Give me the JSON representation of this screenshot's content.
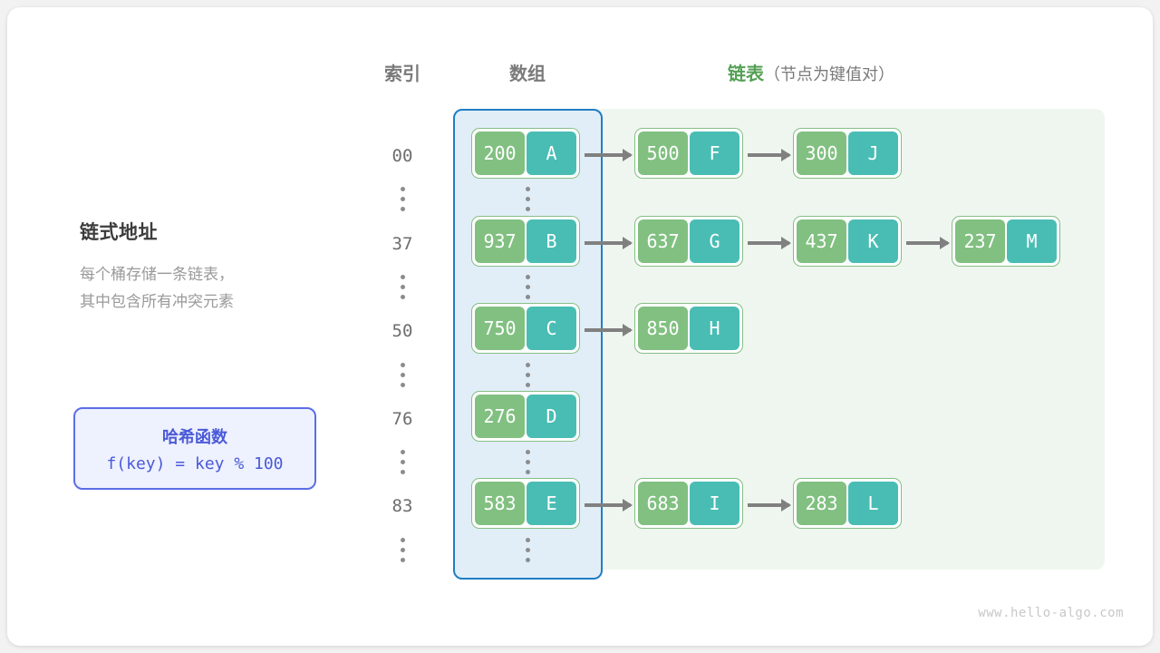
{
  "headers": {
    "index": "索引",
    "array": "数组",
    "list_main": "链表",
    "list_sub": "（节点为键值对）",
    "list_color": "#55a055"
  },
  "description": {
    "title": "链式地址",
    "body": "每个桶存储一条链表，\n其中包含所有冲突元素"
  },
  "hash_function": {
    "title": "哈希函数",
    "formula": "f(key) = key % 100",
    "accent": "#4a5ad8"
  },
  "colors": {
    "array_panel_fill": "#e1eef8",
    "array_panel_border": "#1f7ec4",
    "list_panel_fill": "#eff6ef",
    "node_border": "#86be86",
    "key_cell": "#81c081",
    "value_cell": "#49bdb4",
    "arrow": "#808080"
  },
  "buckets": [
    {
      "index": "00",
      "nodes": [
        {
          "key": "200",
          "value": "A"
        },
        {
          "key": "500",
          "value": "F"
        },
        {
          "key": "300",
          "value": "J"
        }
      ]
    },
    {
      "index": "37",
      "nodes": [
        {
          "key": "937",
          "value": "B"
        },
        {
          "key": "637",
          "value": "G"
        },
        {
          "key": "437",
          "value": "K"
        },
        {
          "key": "237",
          "value": "M"
        }
      ]
    },
    {
      "index": "50",
      "nodes": [
        {
          "key": "750",
          "value": "C"
        },
        {
          "key": "850",
          "value": "H"
        }
      ]
    },
    {
      "index": "76",
      "nodes": [
        {
          "key": "276",
          "value": "D"
        }
      ]
    },
    {
      "index": "83",
      "nodes": [
        {
          "key": "583",
          "value": "E"
        },
        {
          "key": "683",
          "value": "I"
        },
        {
          "key": "283",
          "value": "L"
        }
      ]
    }
  ],
  "ellipsis_symbol": "⋮",
  "footer": "www.hello-algo.com"
}
